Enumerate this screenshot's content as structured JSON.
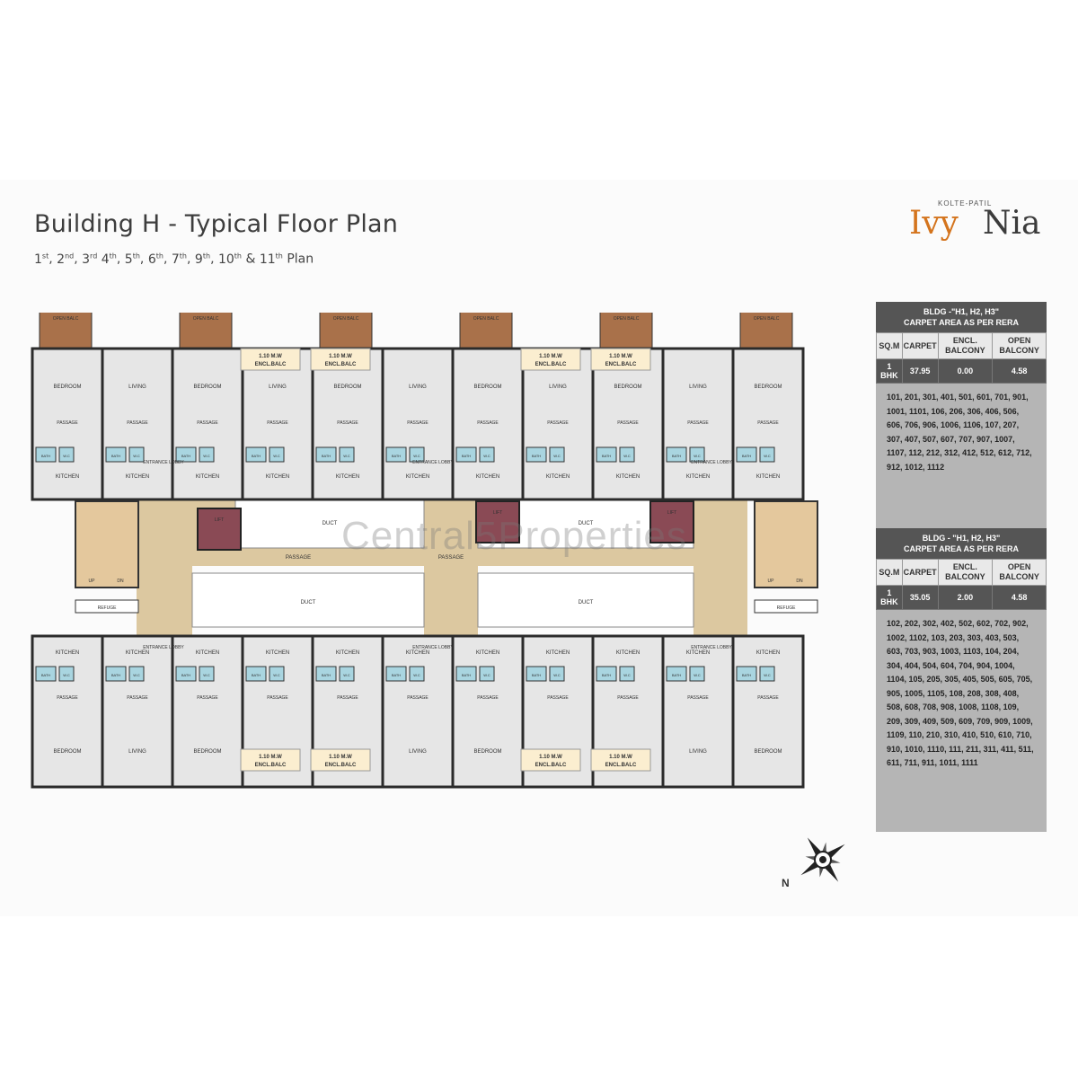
{
  "header": {
    "title": "Building H - Typical Floor Plan",
    "subtitle_floors": [
      {
        "n": "1",
        "sup": "st"
      },
      {
        "n": "2",
        "sup": "nd"
      },
      {
        "n": "3",
        "sup": "rd"
      },
      {
        "n": "4",
        "sup": "th"
      },
      {
        "n": "5",
        "sup": "th"
      },
      {
        "n": "6",
        "sup": "th"
      },
      {
        "n": "7",
        "sup": "th"
      },
      {
        "n": "9",
        "sup": "th"
      },
      {
        "n": "10",
        "sup": "th"
      },
      {
        "n": "11",
        "sup": "th"
      }
    ],
    "subtitle_suffix": "Plan"
  },
  "logo": {
    "small": "KOLTE-PATIL",
    "ivy": "Ivy",
    "nia": "Nia",
    "colors": {
      "ivy": "#d4741d",
      "nia": "#3b3b3b"
    }
  },
  "tables": [
    {
      "heading1": "BLDG -\"H1, H2, H3\"",
      "heading2": "CARPET AREA AS PER RERA",
      "columns": [
        "SQ.M",
        "CARPET",
        "ENCL. BALCONY",
        "OPEN BALCONY"
      ],
      "row": [
        "1 BHK",
        "37.95",
        "0.00",
        "4.58"
      ],
      "units": "101, 201, 301, 401, 501, 601, 701, 901, 1001, 1101, 106, 206, 306, 406, 506, 606, 706, 906, 1006, 1106, 107, 207, 307, 407, 507, 607, 707, 907, 1007, 1107, 112, 212, 312, 412, 512, 612, 712, 912, 1012, 1112"
    },
    {
      "heading1": "BLDG - \"H1, H2, H3\"",
      "heading2": "CARPET AREA AS PER RERA",
      "columns": [
        "SQ.M",
        "CARPET",
        "ENCL. BALCONY",
        "OPEN BALCONY"
      ],
      "row": [
        "1 BHK",
        "35.05",
        "2.00",
        "4.58"
      ],
      "units": "102, 202, 302, 402, 502, 602, 702, 902, 1002, 1102, 103, 203, 303, 403, 503, 603, 703, 903, 1003, 1103, 104, 204, 304, 404, 504, 604, 704, 904, 1004, 1104, 105, 205, 305, 405, 505, 605, 705, 905, 1005, 1105, 108, 208, 308, 408, 508, 608, 708, 908, 1008, 1108, 109, 209, 309, 409, 509, 609, 709, 909, 1009, 1109, 110, 210, 310, 410, 510, 610, 710, 910, 1010, 1110, 111, 211, 311, 411, 511, 611, 711, 911, 1011, 1111"
    }
  ],
  "plan": {
    "room_labels": {
      "open_balc": "OPEN BALC",
      "encl_balc_width": "1.10 M.W",
      "encl_balc": "ENCL.BALC",
      "bedroom": "BEDROOM",
      "living": "LIVING",
      "kitchen": "KITCHEN",
      "passage": "PASSAGE",
      "entrance_lobby": "ENTRANCE LOBBY",
      "bath": "BATH",
      "wc": "W.C",
      "duct": "DUCT",
      "lift": "LIFT",
      "refuge": "REFUGE",
      "up": "UP",
      "dn": "DN"
    }
  },
  "watermark": "Central5Properties",
  "compass_label": "N",
  "colors": {
    "wall": "#2b2b2b",
    "floor": "#e6e6e6",
    "corridor": "#dcc8a0",
    "balcony_wood": "#a9714a",
    "encl_balc": "#fbeed0",
    "lift": "#8a4a55",
    "bath": "#a9d5e0",
    "table_dark": "#555555"
  }
}
